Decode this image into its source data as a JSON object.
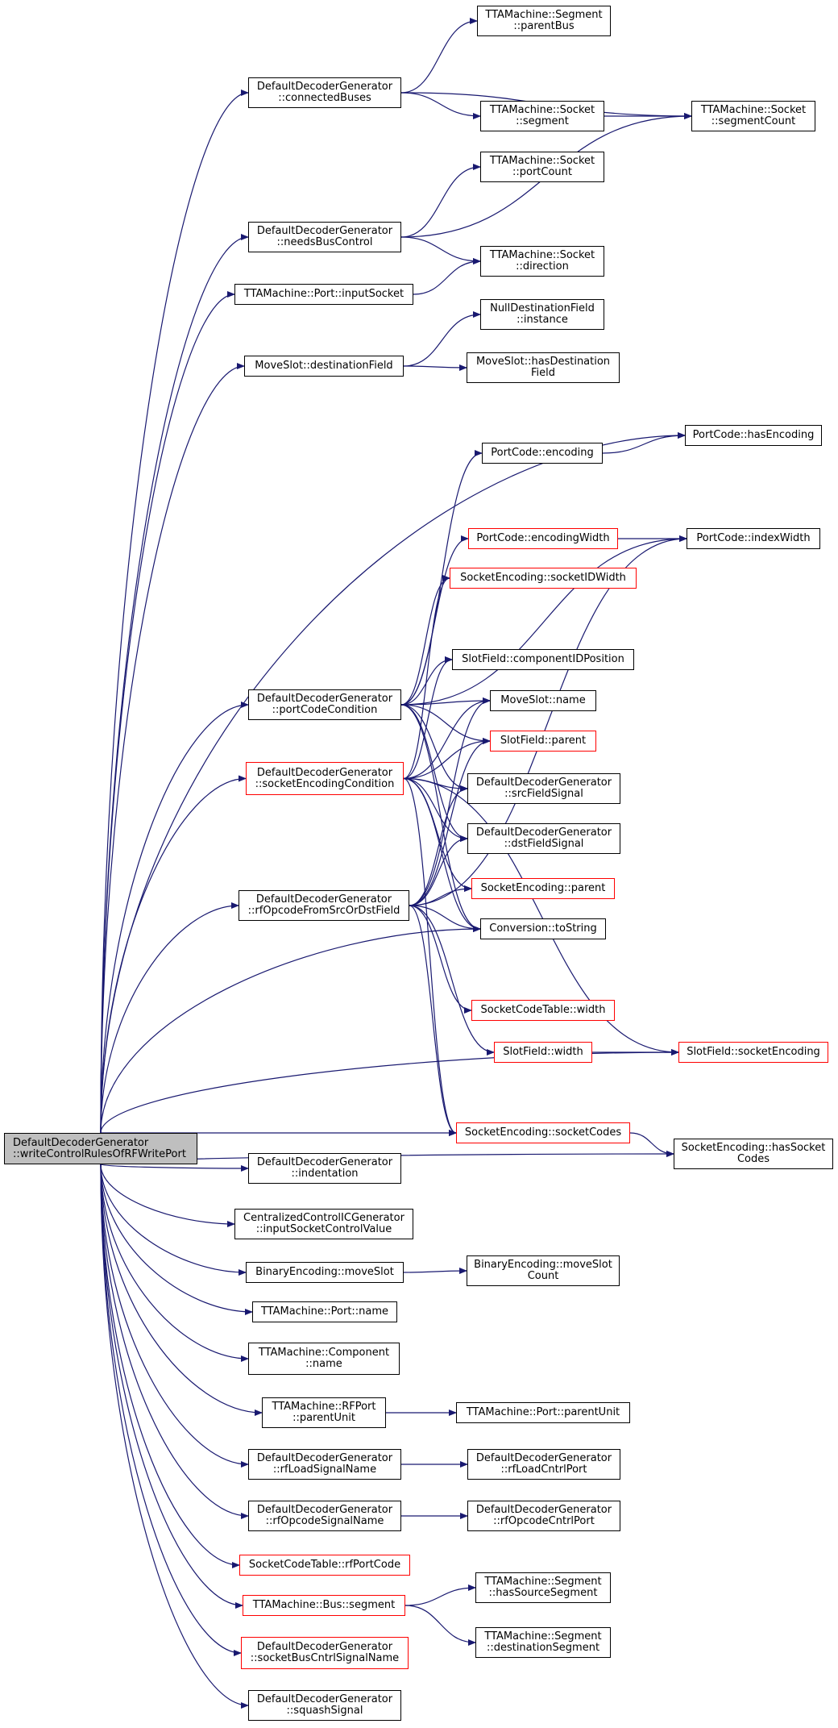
{
  "colors": {
    "edge": "#191970",
    "red_border": "#ff0000",
    "root_fill": "#bfbfbf"
  },
  "nodes": [
    {
      "id": "root",
      "lines": [
        "DefaultDecoderGenerator",
        "::writeControlRulesOfRFWritePort"
      ],
      "root": true
    },
    {
      "id": "connectedBuses",
      "lines": [
        "DefaultDecoderGenerator",
        "::connectedBuses"
      ]
    },
    {
      "id": "parentBus",
      "lines": [
        "TTAMachine::Segment",
        "::parentBus"
      ]
    },
    {
      "id": "sockSegment",
      "lines": [
        "TTAMachine::Socket",
        "::segment"
      ]
    },
    {
      "id": "segmentCount",
      "lines": [
        "TTAMachine::Socket",
        "::segmentCount"
      ]
    },
    {
      "id": "portCount",
      "lines": [
        "TTAMachine::Socket",
        "::portCount"
      ]
    },
    {
      "id": "needsBusControl",
      "lines": [
        "DefaultDecoderGenerator",
        "::needsBusControl"
      ]
    },
    {
      "id": "direction",
      "lines": [
        "TTAMachine::Socket",
        "::direction"
      ]
    },
    {
      "id": "inputSocket",
      "lines": [
        "TTAMachine::Port::inputSocket"
      ]
    },
    {
      "id": "nullDest",
      "lines": [
        "NullDestinationField",
        "::instance"
      ]
    },
    {
      "id": "destField",
      "lines": [
        "MoveSlot::destinationField"
      ]
    },
    {
      "id": "hasDestField",
      "lines": [
        "MoveSlot::hasDestination",
        "Field"
      ]
    },
    {
      "id": "hasEncoding",
      "lines": [
        "PortCode::hasEncoding"
      ]
    },
    {
      "id": "pcEncoding",
      "lines": [
        "PortCode::encoding"
      ]
    },
    {
      "id": "encWidth",
      "lines": [
        "PortCode::encodingWidth"
      ],
      "red": true
    },
    {
      "id": "indexWidth",
      "lines": [
        "PortCode::indexWidth"
      ]
    },
    {
      "id": "socketIDWidth",
      "lines": [
        "SocketEncoding::socketIDWidth"
      ],
      "red": true
    },
    {
      "id": "compIDPos",
      "lines": [
        "SlotField::componentIDPosition"
      ]
    },
    {
      "id": "portCodeCond",
      "lines": [
        "DefaultDecoderGenerator",
        "::portCodeCondition"
      ]
    },
    {
      "id": "msName",
      "lines": [
        "MoveSlot::name"
      ]
    },
    {
      "id": "sfParent",
      "lines": [
        "SlotField::parent"
      ],
      "red": true
    },
    {
      "id": "sockEncCond",
      "lines": [
        "DefaultDecoderGenerator",
        "::socketEncodingCondition"
      ],
      "red": true
    },
    {
      "id": "srcFieldSignal",
      "lines": [
        "DefaultDecoderGenerator",
        "::srcFieldSignal"
      ]
    },
    {
      "id": "dstFieldSignal",
      "lines": [
        "DefaultDecoderGenerator",
        "::dstFieldSignal"
      ]
    },
    {
      "id": "rfOpcodeFromSrc",
      "lines": [
        "DefaultDecoderGenerator",
        "::rfOpcodeFromSrcOrDstField"
      ]
    },
    {
      "id": "seParent",
      "lines": [
        "SocketEncoding::parent"
      ],
      "red": true
    },
    {
      "id": "toString",
      "lines": [
        "Conversion::toString"
      ]
    },
    {
      "id": "sctWidth",
      "lines": [
        "SocketCodeTable::width"
      ],
      "red": true
    },
    {
      "id": "sfWidth",
      "lines": [
        "SlotField::width"
      ],
      "red": true
    },
    {
      "id": "sfSocketEnc",
      "lines": [
        "SlotField::socketEncoding"
      ],
      "red": true
    },
    {
      "id": "socketCodes",
      "lines": [
        "SocketEncoding::socketCodes"
      ],
      "red": true
    },
    {
      "id": "hasSocketCodes",
      "lines": [
        "SocketEncoding::hasSocket",
        "Codes"
      ]
    },
    {
      "id": "indentation",
      "lines": [
        "DefaultDecoderGenerator",
        "::indentation"
      ]
    },
    {
      "id": "inputSockCtrl",
      "lines": [
        "CentralizedControlICGenerator",
        "::inputSocketControlValue"
      ]
    },
    {
      "id": "moveSlot",
      "lines": [
        "BinaryEncoding::moveSlot"
      ]
    },
    {
      "id": "moveSlotCount",
      "lines": [
        "BinaryEncoding::moveSlot",
        "Count"
      ]
    },
    {
      "id": "portName",
      "lines": [
        "TTAMachine::Port::name"
      ]
    },
    {
      "id": "compName",
      "lines": [
        "TTAMachine::Component",
        "::name"
      ]
    },
    {
      "id": "rfParentUnit",
      "lines": [
        "TTAMachine::RFPort",
        "::parentUnit"
      ]
    },
    {
      "id": "portParentUnit",
      "lines": [
        "TTAMachine::Port::parentUnit"
      ]
    },
    {
      "id": "rfLoadSig",
      "lines": [
        "DefaultDecoderGenerator",
        "::rfLoadSignalName"
      ]
    },
    {
      "id": "rfLoadCntrl",
      "lines": [
        "DefaultDecoderGenerator",
        "::rfLoadCntrlPort"
      ]
    },
    {
      "id": "rfOpcodeSig",
      "lines": [
        "DefaultDecoderGenerator",
        "::rfOpcodeSignalName"
      ]
    },
    {
      "id": "rfOpcodeCntrl",
      "lines": [
        "DefaultDecoderGenerator",
        "::rfOpcodeCntrlPort"
      ]
    },
    {
      "id": "rfPortCode",
      "lines": [
        "SocketCodeTable::rfPortCode"
      ],
      "red": true
    },
    {
      "id": "busSegment",
      "lines": [
        "TTAMachine::Bus::segment"
      ],
      "red": true
    },
    {
      "id": "hasSrcSeg",
      "lines": [
        "TTAMachine::Segment",
        "::hasSourceSegment"
      ]
    },
    {
      "id": "destSeg",
      "lines": [
        "TTAMachine::Segment",
        "::destinationSegment"
      ]
    },
    {
      "id": "sockBusCntrl",
      "lines": [
        "DefaultDecoderGenerator",
        "::socketBusCntrlSignalName"
      ],
      "red": true
    },
    {
      "id": "squashSignal",
      "lines": [
        "DefaultDecoderGenerator",
        "::squashSignal"
      ]
    }
  ],
  "edges": [
    [
      "root",
      "connectedBuses"
    ],
    [
      "root",
      "needsBusControl"
    ],
    [
      "root",
      "inputSocket"
    ],
    [
      "root",
      "destField"
    ],
    [
      "root",
      "hasEncoding"
    ],
    [
      "root",
      "portCodeCond"
    ],
    [
      "root",
      "sockEncCond"
    ],
    [
      "root",
      "rfOpcodeFromSrc"
    ],
    [
      "root",
      "toString"
    ],
    [
      "root",
      "sfSocketEnc"
    ],
    [
      "root",
      "socketCodes"
    ],
    [
      "root",
      "hasSocketCodes"
    ],
    [
      "root",
      "indentation"
    ],
    [
      "root",
      "inputSockCtrl"
    ],
    [
      "root",
      "moveSlot"
    ],
    [
      "root",
      "portName"
    ],
    [
      "root",
      "compName"
    ],
    [
      "root",
      "rfParentUnit"
    ],
    [
      "root",
      "rfLoadSig"
    ],
    [
      "root",
      "rfOpcodeSig"
    ],
    [
      "root",
      "rfPortCode"
    ],
    [
      "root",
      "busSegment"
    ],
    [
      "root",
      "sockBusCntrl"
    ],
    [
      "root",
      "squashSignal"
    ],
    [
      "connectedBuses",
      "parentBus"
    ],
    [
      "connectedBuses",
      "sockSegment"
    ],
    [
      "connectedBuses",
      "segmentCount"
    ],
    [
      "sockSegment",
      "segmentCount"
    ],
    [
      "needsBusControl",
      "portCount"
    ],
    [
      "needsBusControl",
      "direction"
    ],
    [
      "needsBusControl",
      "segmentCount"
    ],
    [
      "inputSocket",
      "direction"
    ],
    [
      "destField",
      "nullDest"
    ],
    [
      "destField",
      "hasDestField"
    ],
    [
      "pcEncoding",
      "hasEncoding"
    ],
    [
      "encWidth",
      "indexWidth"
    ],
    [
      "portCodeCond",
      "pcEncoding"
    ],
    [
      "portCodeCond",
      "indexWidth"
    ],
    [
      "portCodeCond",
      "encWidth"
    ],
    [
      "portCodeCond",
      "socketIDWidth"
    ],
    [
      "portCodeCond",
      "compIDPos"
    ],
    [
      "portCodeCond",
      "msName"
    ],
    [
      "portCodeCond",
      "sfParent"
    ],
    [
      "portCodeCond",
      "srcFieldSignal"
    ],
    [
      "portCodeCond",
      "dstFieldSignal"
    ],
    [
      "portCodeCond",
      "toString"
    ],
    [
      "sockEncCond",
      "socketIDWidth"
    ],
    [
      "sockEncCond",
      "sfSocketEnc"
    ],
    [
      "sockEncCond",
      "compIDPos"
    ],
    [
      "sockEncCond",
      "msName"
    ],
    [
      "sockEncCond",
      "sfParent"
    ],
    [
      "sockEncCond",
      "srcFieldSignal"
    ],
    [
      "sockEncCond",
      "dstFieldSignal"
    ],
    [
      "sockEncCond",
      "seParent"
    ],
    [
      "sockEncCond",
      "toString"
    ],
    [
      "sockEncCond",
      "socketCodes"
    ],
    [
      "rfOpcodeFromSrc",
      "msName"
    ],
    [
      "rfOpcodeFromSrc",
      "sfParent"
    ],
    [
      "rfOpcodeFromSrc",
      "srcFieldSignal"
    ],
    [
      "rfOpcodeFromSrc",
      "dstFieldSignal"
    ],
    [
      "rfOpcodeFromSrc",
      "seParent"
    ],
    [
      "rfOpcodeFromSrc",
      "toString"
    ],
    [
      "rfOpcodeFromSrc",
      "sctWidth"
    ],
    [
      "rfOpcodeFromSrc",
      "sfWidth"
    ],
    [
      "rfOpcodeFromSrc",
      "socketCodes"
    ],
    [
      "rfOpcodeFromSrc",
      "indexWidth"
    ],
    [
      "sfWidth",
      "sfSocketEnc"
    ],
    [
      "socketCodes",
      "hasSocketCodes"
    ],
    [
      "moveSlot",
      "moveSlotCount"
    ],
    [
      "rfParentUnit",
      "portParentUnit"
    ],
    [
      "rfLoadSig",
      "rfLoadCntrl"
    ],
    [
      "rfOpcodeSig",
      "rfOpcodeCntrl"
    ],
    [
      "busSegment",
      "hasSrcSeg"
    ],
    [
      "busSegment",
      "destSeg"
    ]
  ]
}
